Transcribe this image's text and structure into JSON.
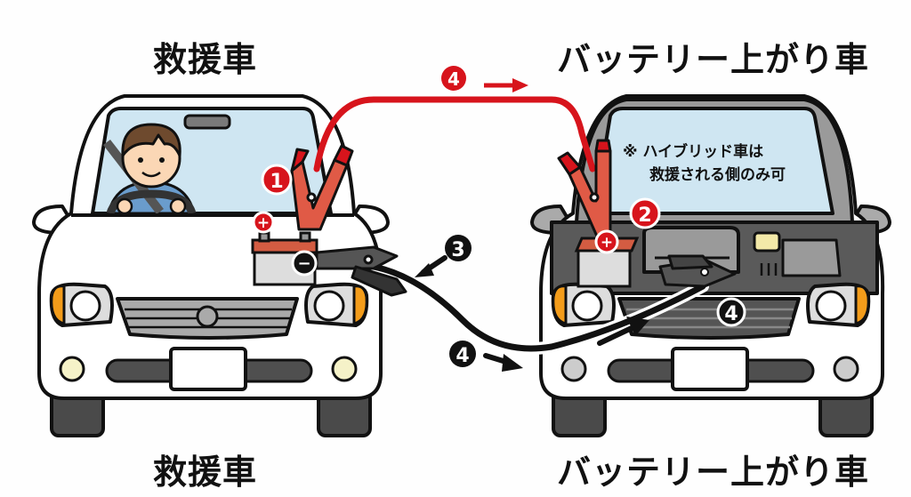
{
  "labels": {
    "rescue_car_top": "救援車",
    "dead_car_top": "バッテリー上がり車",
    "rescue_car_bottom": "救援車",
    "dead_car_bottom": "バッテリー上がり車"
  },
  "note": {
    "line1": "※ ハイブリッド車は",
    "line2": "救援される側のみ可"
  },
  "steps": [
    {
      "number": "1",
      "color": "red",
      "description": "red clamp on rescue car battery +"
    },
    {
      "number": "2",
      "color": "red",
      "description": "red clamp on dead car battery +"
    },
    {
      "number": "3",
      "color": "black",
      "description": "black clamp on rescue car battery −"
    },
    {
      "number": "4",
      "color": "black",
      "description": "black clamp on dead car engine metal"
    }
  ],
  "step_badges": {
    "s1": "1",
    "s2": "2",
    "s3": "3",
    "s4_red": "4",
    "s4_black_left": "4",
    "s4_black_right": "4"
  },
  "terminals": {
    "plus": "+",
    "minus": "−"
  },
  "colors": {
    "red_cable": "#d7141c",
    "black_cable": "#111111",
    "windshield": "#cfe6f2",
    "clamp_red": "#e05a46",
    "clamp_black": "#555555"
  }
}
